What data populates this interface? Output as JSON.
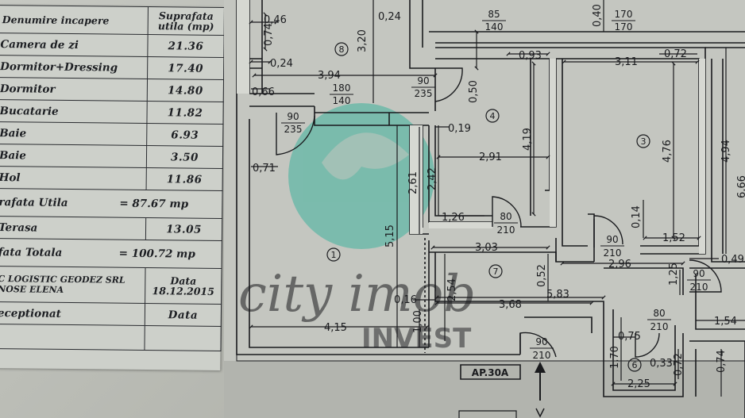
{
  "table": {
    "header_room": "Denumire incapere",
    "header_area_line1": "Suprafata",
    "header_area_line2": "utila (mp)",
    "rooms": [
      {
        "name": "Camera de zi",
        "area": "21.36"
      },
      {
        "name": "Dormitor+Dressing",
        "area": "17.40"
      },
      {
        "name": "Dormitor",
        "area": "14.80"
      },
      {
        "name": "Bucatarie",
        "area": "11.82"
      },
      {
        "name": "Baie",
        "area": "6.93"
      },
      {
        "name": "Baie",
        "area": "3.50"
      },
      {
        "name": "Hol",
        "area": "11.86"
      }
    ],
    "useful_label": "rafata Utila",
    "useful_value": "= 87.67 mp",
    "terrace_label": "Terasa",
    "terrace_value": "13.05",
    "total_label": "fata Totala",
    "total_value": "= 100.72 mp",
    "company_line1": "C LOGISTIC GEODEZ SRL",
    "company_line2": "NOSE ELENA",
    "date_label": "Data",
    "date_value": "18.12.2015",
    "received_label": "eceptionat",
    "received_date_label": "Data"
  },
  "plan": {
    "apartment_label": "AP.30A",
    "watermark_text": "city imob",
    "watermark_sub": "INVEST",
    "rooms": [
      "1",
      "3",
      "4",
      "6",
      "7",
      "8"
    ],
    "dims": {
      "d046": "0,46",
      "d074": "0,74",
      "d024a": "0,24",
      "d024b": "0,24",
      "d320": "3,20",
      "d394": "3,94",
      "d066": "0,66",
      "d071": "0,71",
      "d050": "0,50",
      "d019": "0,19",
      "d093": "0,93",
      "d311": "3,11",
      "d072": "0,72",
      "d040": "0,40",
      "d419": "4,19",
      "d476": "4,76",
      "d494": "4,94",
      "d666": "6,66",
      "d291": "2,91",
      "d261": "2,61",
      "d242": "2,42",
      "d126": "1,26",
      "d515": "5,15",
      "d303": "3,03",
      "d014": "0,14",
      "d152": "1,52",
      "d052": "0,52",
      "d296": "2,96",
      "d049": "0,49",
      "d125": "1,25",
      "d583": "5,83",
      "d368": "3,68",
      "d254": "2,54",
      "d016": "0,16",
      "d100": "1,00",
      "d415": "4,15",
      "d154": "1,54",
      "d075": "0,75",
      "d170": "1,70",
      "d033": "0,33",
      "d225": "2,25",
      "d072b": "0,72",
      "d074b": "0,74"
    },
    "doors": {
      "w85": "85",
      "h140a": "140",
      "w170": "170",
      "h170": "170",
      "w180": "180",
      "h140b": "140",
      "w90a": "90",
      "h235a": "235",
      "w90b": "90",
      "h235b": "235",
      "w80a": "80",
      "h210a": "210",
      "w90c": "90",
      "h210c": "210",
      "w90d": "90",
      "h210d": "210",
      "w80b": "80",
      "h210b": "210",
      "w90e": "90",
      "h210e": "210"
    }
  },
  "colors": {
    "ink": "#1a1b1e",
    "paper": "#c4c6c0",
    "watermark_teal": "#3fb39c",
    "watermark_violet": "#9a86b8"
  }
}
